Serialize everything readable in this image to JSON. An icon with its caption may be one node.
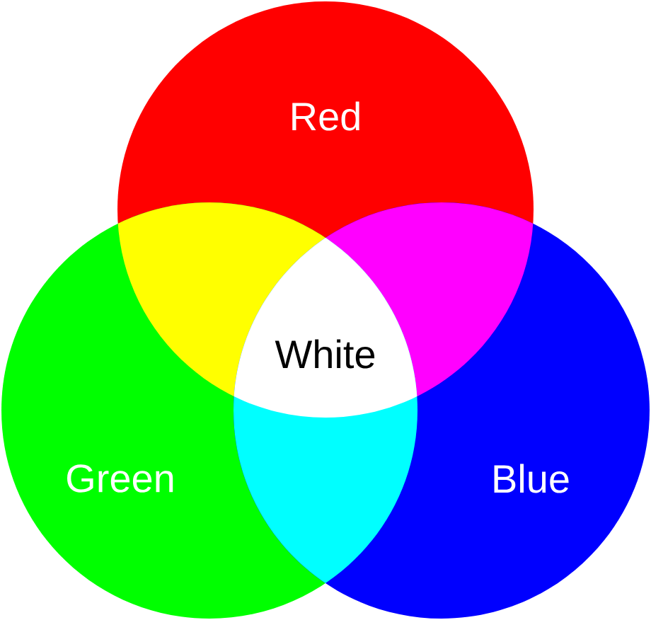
{
  "diagram": {
    "nodes": [
      {
        "text": [
          "Red"
        ]
      },
      {
        "text": [
          "Green"
        ]
      },
      {
        "text": [
          "Blue"
        ]
      },
      {
        "text": [
          "White"
        ]
      }
    ]
  }
}
